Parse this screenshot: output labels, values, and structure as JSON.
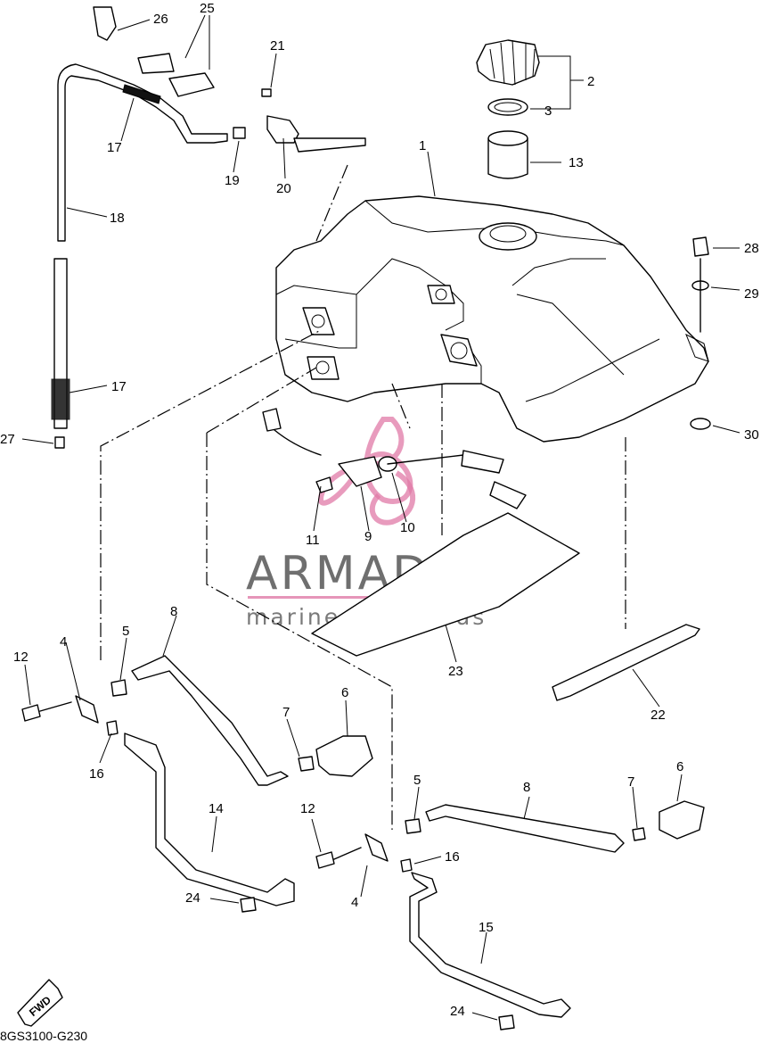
{
  "diagram": {
    "code": "8GS3100-G230",
    "fwd_label": "FWD",
    "watermark": {
      "brand": "ARMADA",
      "tagline": "marine outboards",
      "accent": "#e07aa7",
      "text_color": "#6f6f6f"
    },
    "callouts": {
      "c1": "1",
      "c2": "2",
      "c3": "3",
      "c13": "13",
      "c28": "28",
      "c29": "29",
      "c30": "30",
      "c21": "21",
      "c26": "26",
      "c25": "25",
      "c17a": "17",
      "c19": "19",
      "c20": "20",
      "c18": "18",
      "c17b": "17",
      "c27": "27",
      "c11": "11",
      "c9": "9",
      "c10": "10",
      "c23": "23",
      "c22": "22",
      "c12a": "12",
      "c4a": "4",
      "c5a": "5",
      "c8a": "8",
      "c16a": "16",
      "c7a": "7",
      "c6a": "6",
      "c14": "14",
      "c24a": "24",
      "c12b": "12",
      "c5b": "5",
      "c8b": "8",
      "c7b": "7",
      "c6b": "6",
      "c16b": "16",
      "c4b": "4",
      "c15": "15",
      "c24b": "24"
    }
  }
}
